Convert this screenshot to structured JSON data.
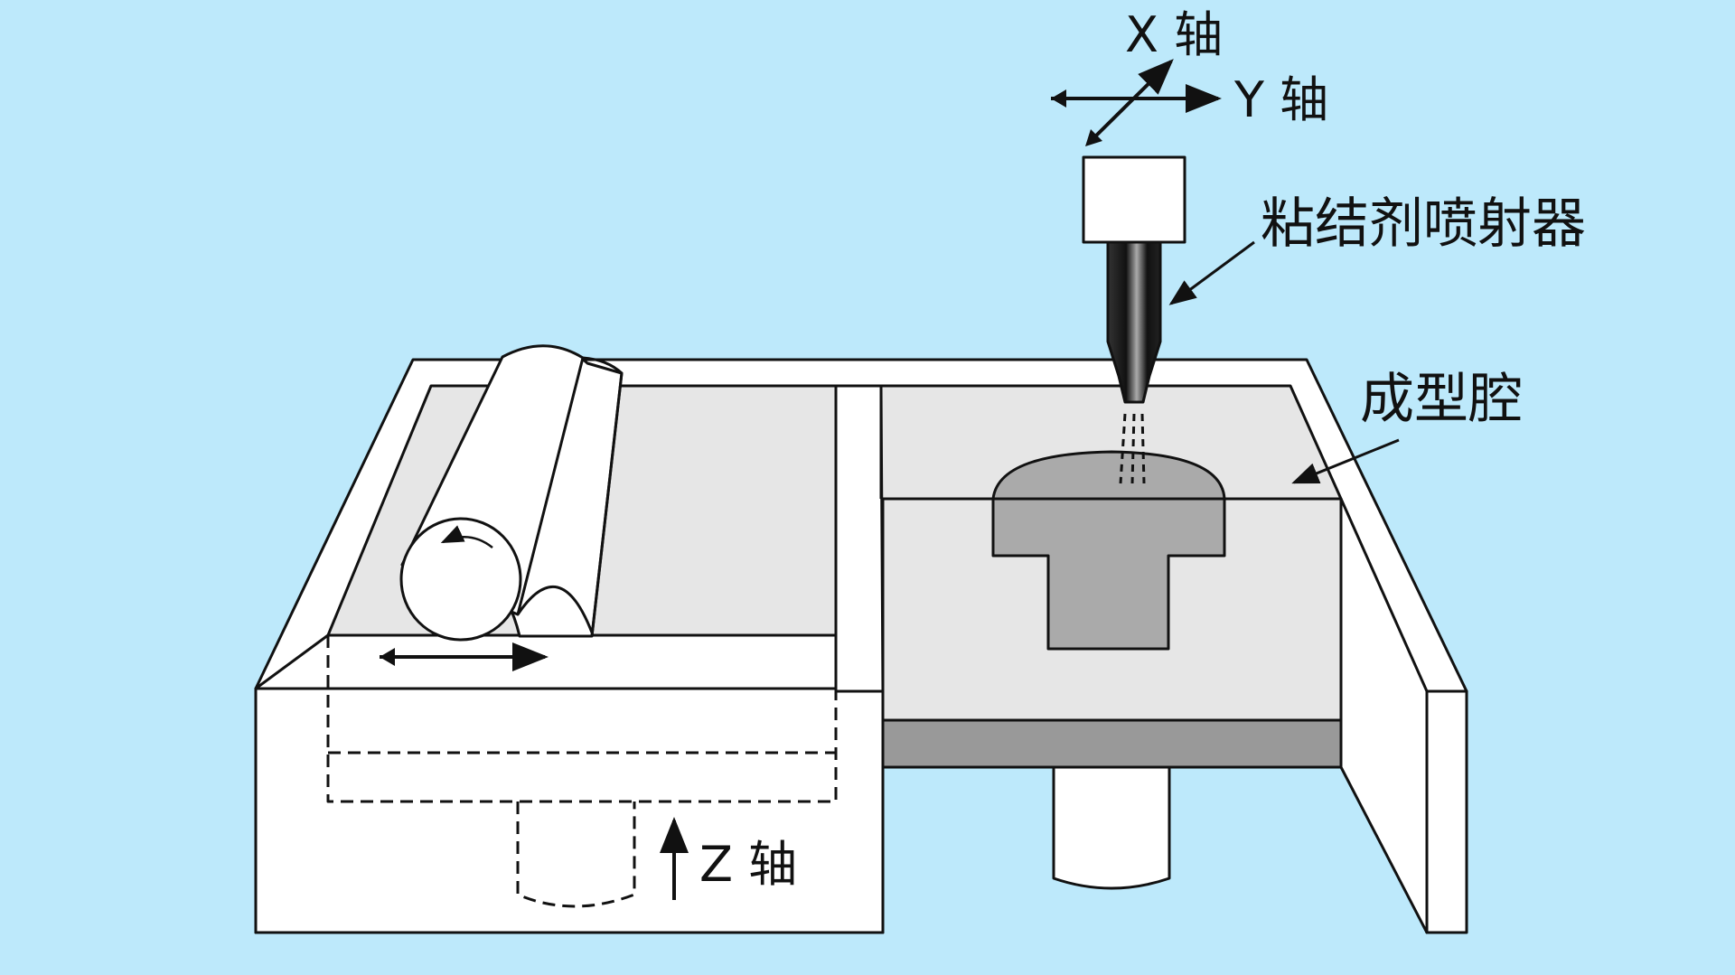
{
  "labels": {
    "x_axis": "X 轴",
    "y_axis": "Y 轴",
    "z_axis": "Z 轴",
    "binder_jet": "粘结剂喷射器",
    "build_chamber": "成型腔"
  },
  "colors": {
    "background": "#bde9fb",
    "outline": "#111111",
    "box_fill": "#ffffff",
    "powder_fill": "#e6e6e6",
    "part_fill": "#aaaaaa",
    "platform_fill": "#999999"
  }
}
